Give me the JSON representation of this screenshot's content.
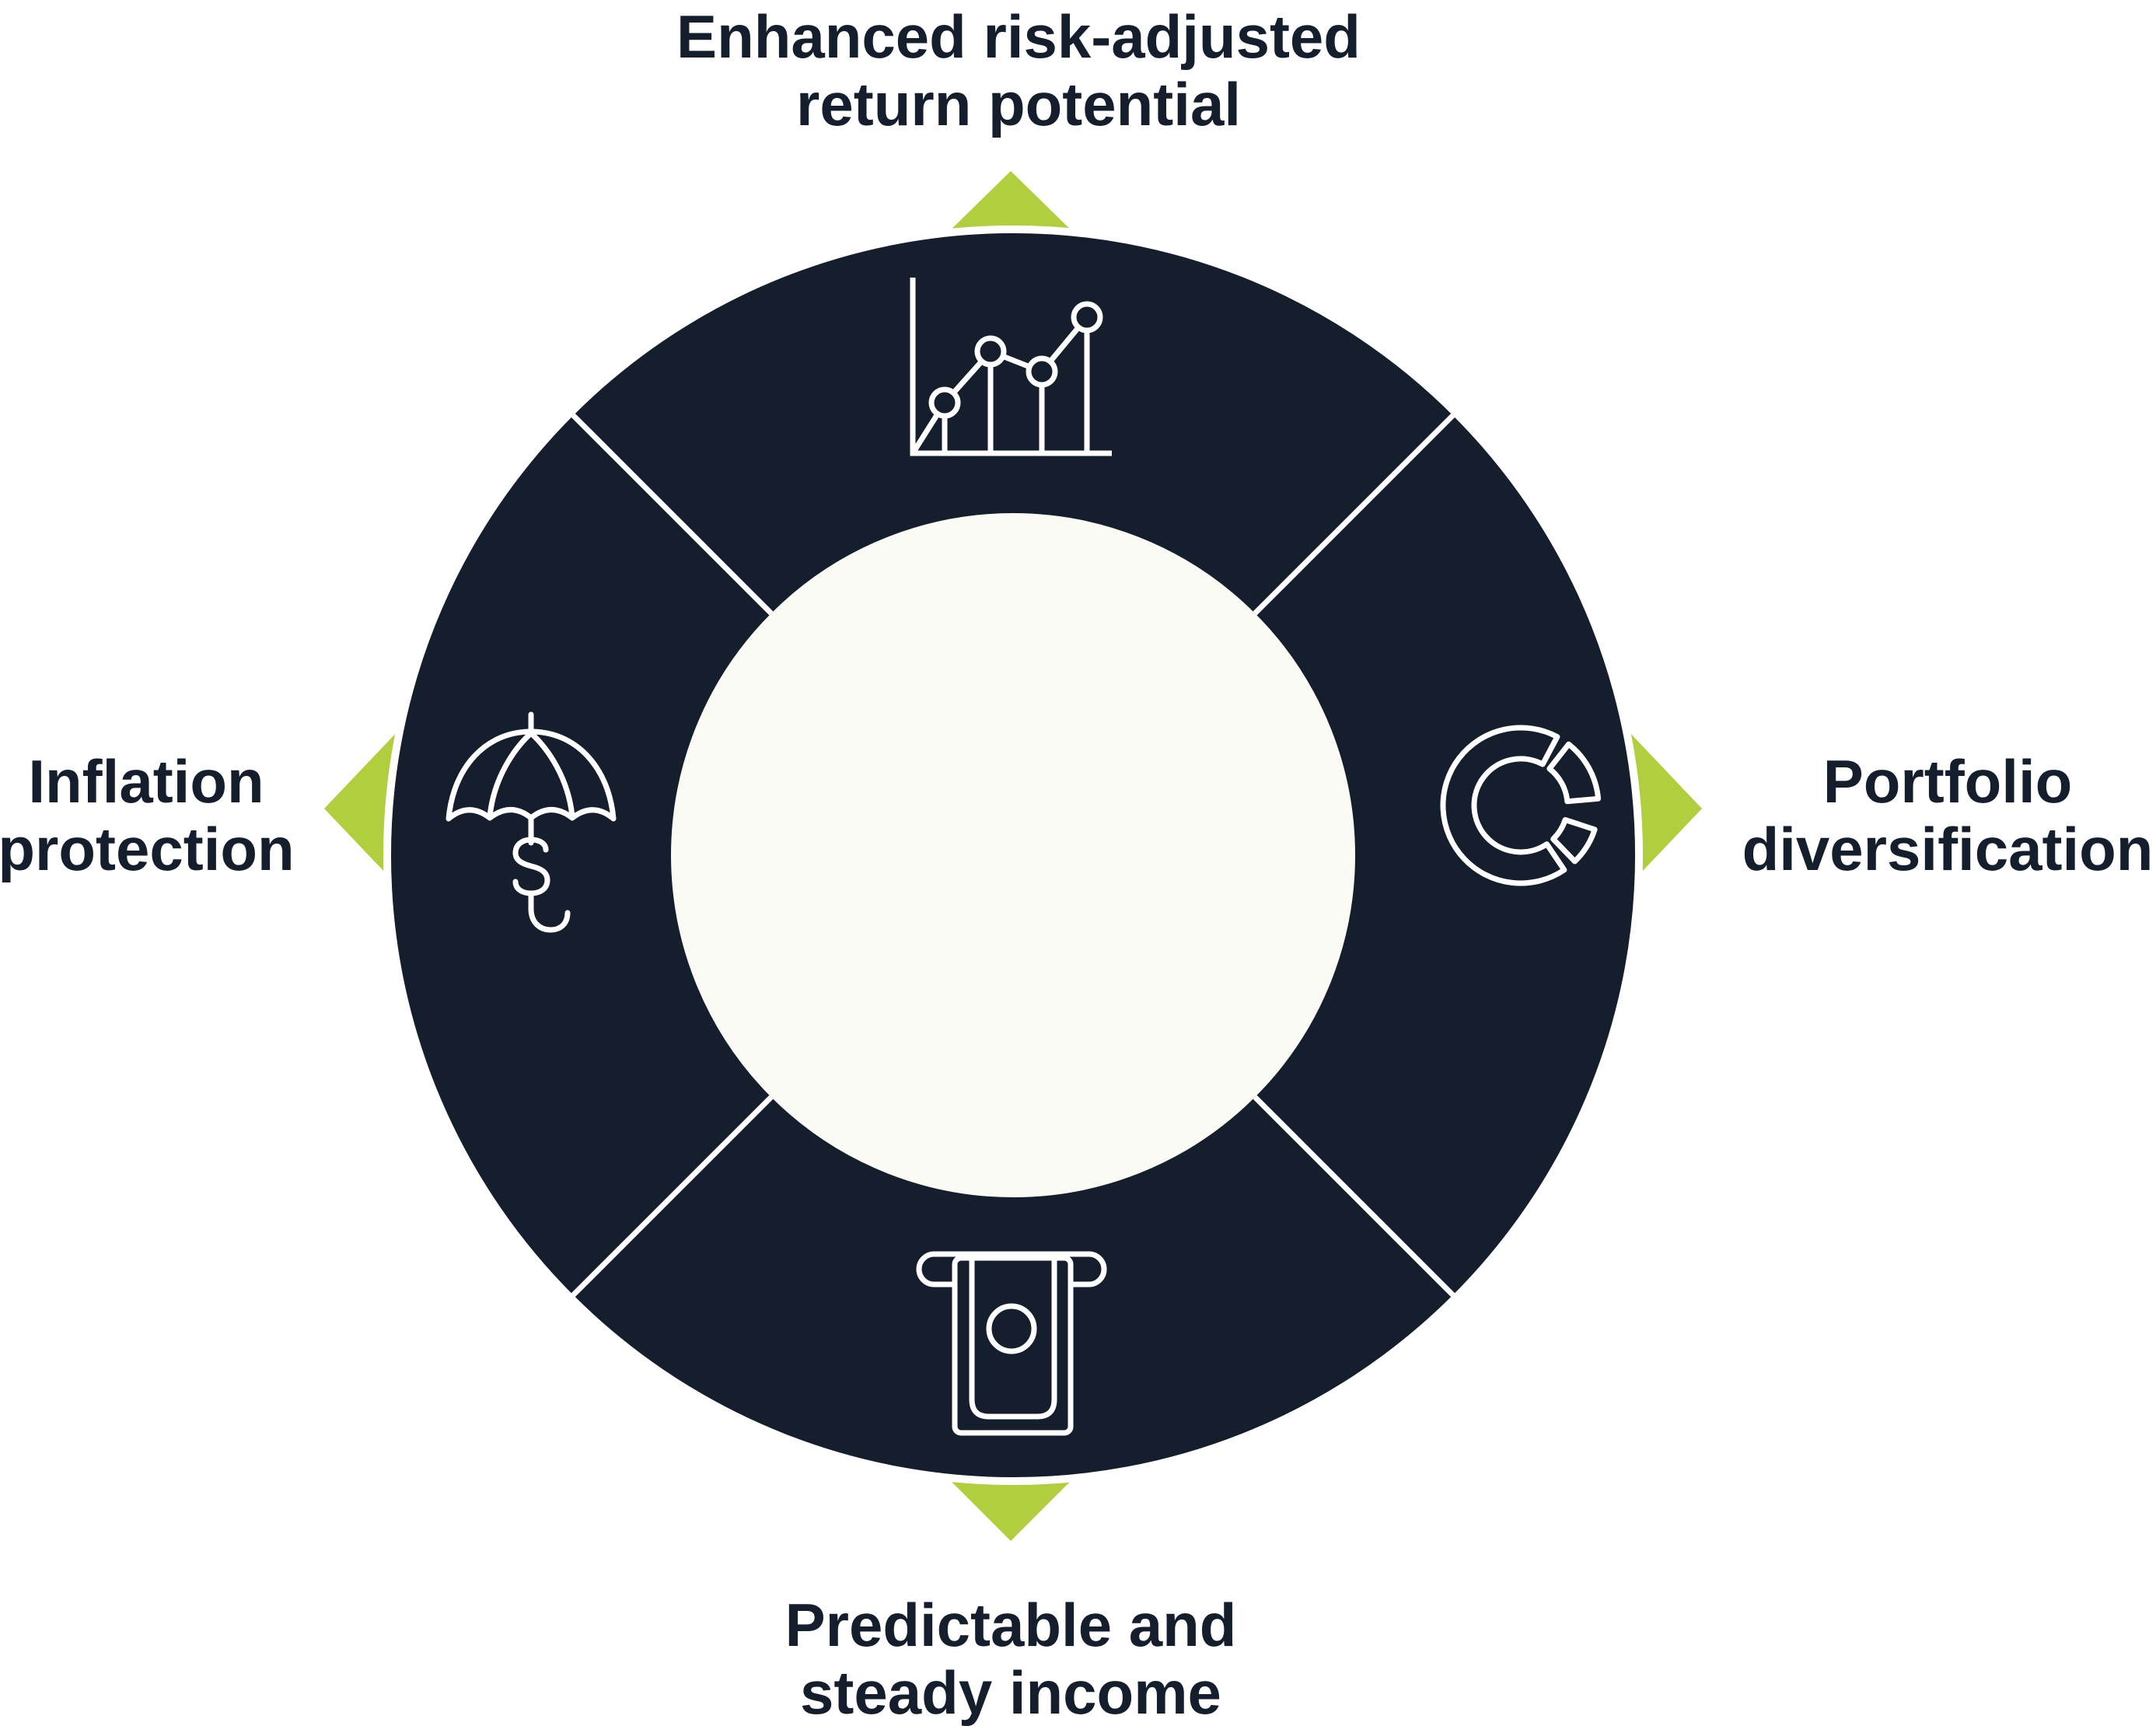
{
  "diagram": {
    "type": "benefits-wheel",
    "segment_count": 4,
    "colors": {
      "navy": "#151E2C",
      "green": "#B1CE3E",
      "hole": "#FBFBF5",
      "stroke": "#FFFFFF",
      "text": "#151E2C",
      "background": "#FFFFFF"
    },
    "segments": [
      {
        "position": "top",
        "icon": "line-chart-icon",
        "label": "Enhanced risk-adjusted\nreturn potential"
      },
      {
        "position": "right",
        "icon": "donut-chart-icon",
        "label": "Portfolio\ndiversification"
      },
      {
        "position": "bottom",
        "icon": "banknote-dispenser-icon",
        "label": "Predictable and\nsteady income"
      },
      {
        "position": "left",
        "icon": "umbrella-dollar-icon",
        "label": "Inflation\nprotection"
      }
    ]
  }
}
